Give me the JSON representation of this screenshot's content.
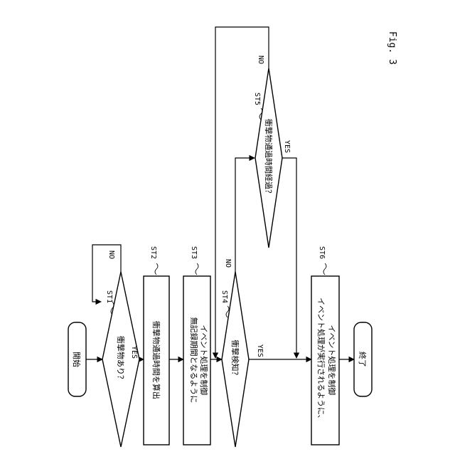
{
  "figure_label": "Fig. 3",
  "nodes": {
    "start": {
      "text": "開始"
    },
    "st1": {
      "step": "ST1",
      "text": "衝撃物あり？"
    },
    "st2": {
      "step": "ST2",
      "text": "衝撃物通過時間を算出"
    },
    "st3": {
      "step": "ST3",
      "line1": "無記録期間となるように",
      "line2": "イベント処理を制御"
    },
    "st4": {
      "step": "ST4",
      "text": "衝撃検知？"
    },
    "st5": {
      "step": "ST5",
      "text": "衝撃物通過時間経過？"
    },
    "st6": {
      "step": "ST6",
      "line1": "イベント処理が実行されるように、",
      "line2": "イベント処理を制御"
    },
    "end": {
      "text": "終了"
    }
  },
  "branch_labels": {
    "st1_no": "NO",
    "st1_yes": "YES",
    "st4_no": "NO",
    "st4_yes": "YES",
    "st5_no": "NO",
    "st5_yes": "YES"
  }
}
